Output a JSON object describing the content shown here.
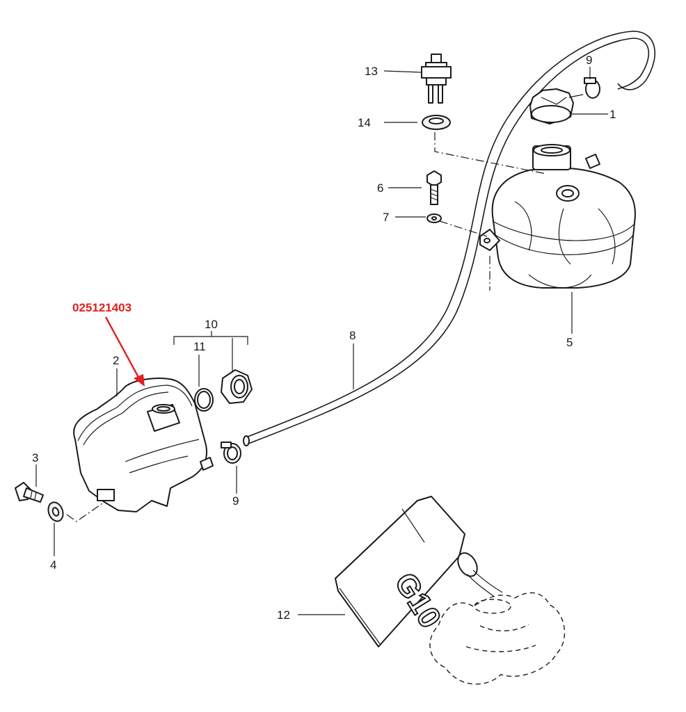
{
  "callout": {
    "text": "025121403",
    "color": "#e02020"
  },
  "labels": {
    "l1": "1",
    "l2": "2",
    "l3": "3",
    "l4": "4",
    "l5": "5",
    "l6": "6",
    "l7": "7",
    "l8": "8",
    "l9a": "9",
    "l9b": "9",
    "l10": "10",
    "l11": "11",
    "l12": "12",
    "l13": "13",
    "l14": "14"
  },
  "can_marking": "G10"
}
